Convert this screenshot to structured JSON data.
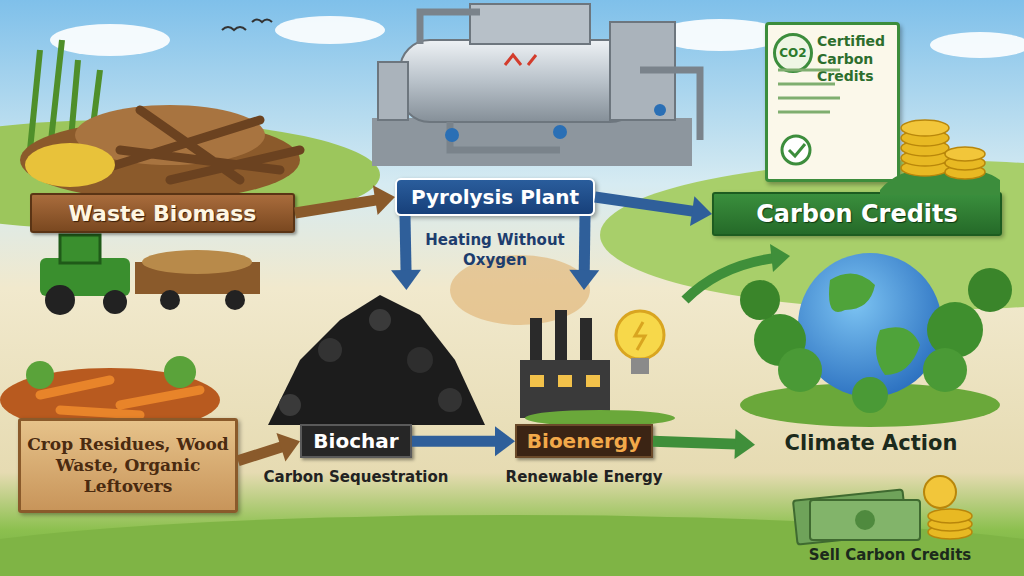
{
  "diagram": {
    "nodes": [
      {
        "text": [
          "Waste Biomass"
        ]
      },
      {
        "text": [
          "Pyrolysis Plant"
        ]
      },
      {
        "text": [
          "CO2",
          "Certified Carbon Credits"
        ]
      },
      {
        "text": [
          "Carbon Credits"
        ]
      },
      {
        "text": [
          "Crop Residues, Wood Waste, Organic Leftovers"
        ]
      },
      {
        "text": [
          "Biochar",
          "Carbon Sequestration"
        ]
      },
      {
        "text": [
          "Bioenergy",
          "Renewable Energy"
        ]
      },
      {
        "text": [
          "Climate Action"
        ]
      }
    ],
    "edges": [
      {
        "from": 0,
        "to": 1,
        "arrow": "to"
      },
      {
        "from": 1,
        "to": 3,
        "arrow": "to"
      },
      {
        "from": 1,
        "to": 5,
        "arrow": "to"
      },
      {
        "from": 1,
        "to": 6,
        "arrow": "to"
      },
      {
        "from": 4,
        "to": 5,
        "arrow": "to"
      },
      {
        "from": 5,
        "to": 6,
        "arrow": "to"
      },
      {
        "from": 6,
        "to": 7,
        "arrow": "to"
      }
    ],
    "labels": [
      "Heating Without Oxygen",
      "Sell Carbon Credits"
    ]
  }
}
